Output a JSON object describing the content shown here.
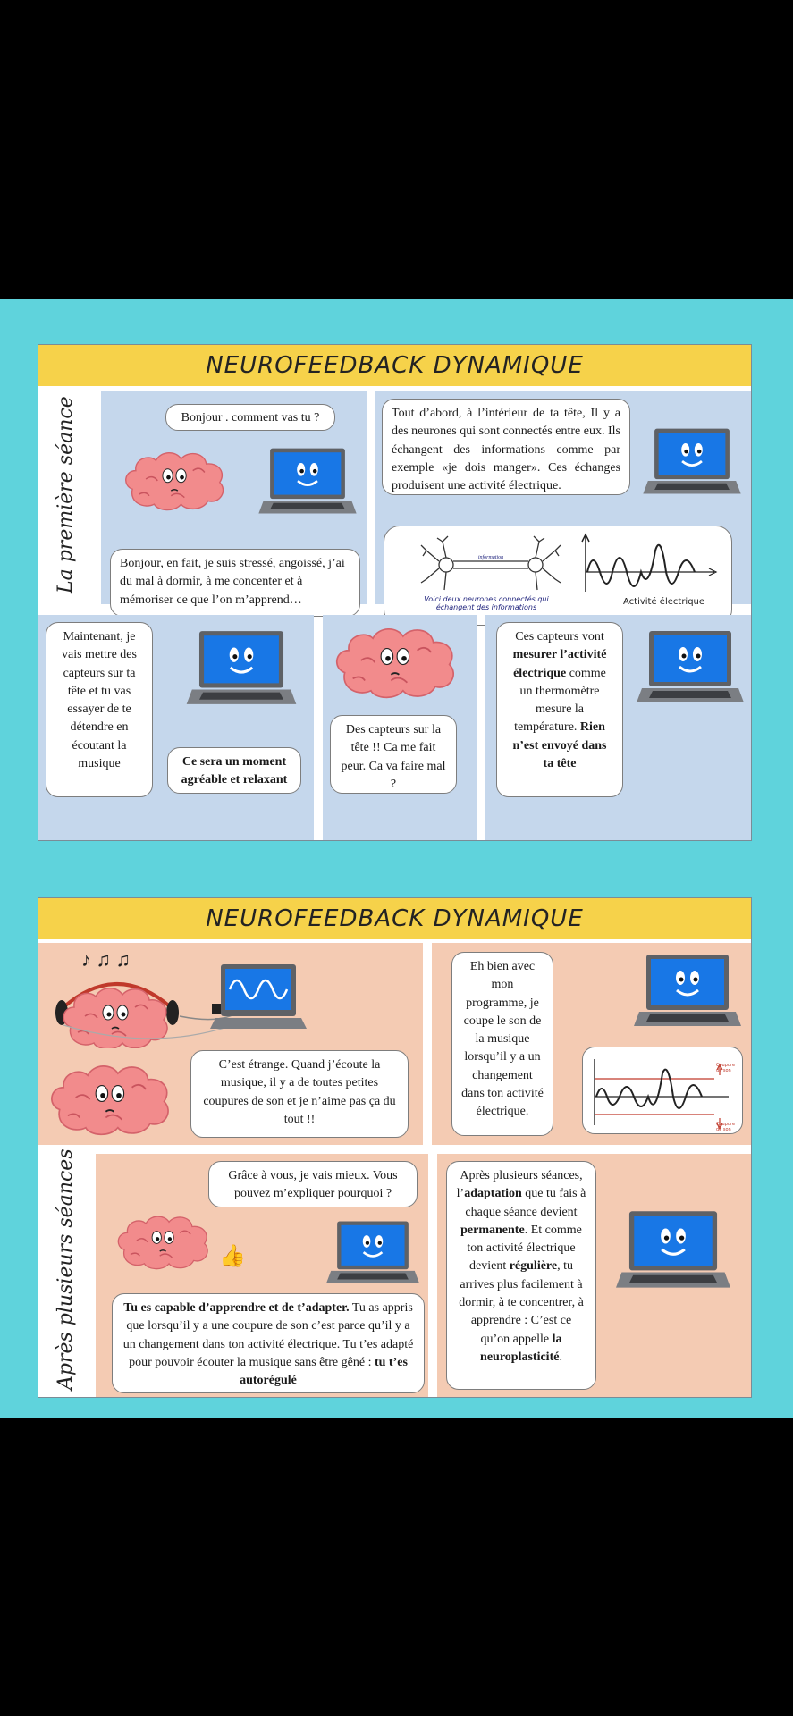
{
  "top": {
    "banner": "NEUROFEEDBACK DYNAMIQUE",
    "side_label": "La première séance",
    "bubbles": {
      "greeting": "Bonjour . comment vas tu ?",
      "reply": "Bonjour, en fait, je suis stressé, angoissé, j’ai du mal à dormir, à me concenter et à mémoriser ce que l’on m’apprend…",
      "neurons_explain": "Tout d’abord, à l’intérieur de ta tête, Il y a des neurones qui sont connectés entre eux. Ils échangent des informations comme par exemple «je dois manger». Ces échanges produisent une activité électrique.",
      "sensors_intro": "Maintenant, je vais mettre des capteurs sur ta tête et tu vas essayer de te détendre en écoutant la musique",
      "moment": "Ce sera un moment agréable et relaxant",
      "fear": "Des capteurs sur la tête !! Ca me fait peur. Ca va faire mal ?",
      "reassure_1": "Ces capteurs vont ",
      "reassure_b1": "mesurer l’activité électrique",
      "reassure_2": " comme un thermomètre mesure la température. ",
      "reassure_b2": "Rien n’est envoyé dans ta tête"
    },
    "figure": {
      "neurons_caption": "Voici deux neurones connectés qui échangent des informations",
      "info_label": "information",
      "activity_caption": "Activité électrique"
    }
  },
  "bottom": {
    "banner": "NEUROFEEDBACK DYNAMIQUE",
    "side_label": "Après plusieurs séances",
    "bubbles": {
      "strange": "C’est étrange. Quand j’écoute la musique, il y a de toutes petites coupures de son et je n’aime pas ça du tout !!",
      "program": "Eh bien avec mon programme, je coupe le son de la musique lorsqu’il y a un changement dans ton activité électrique.",
      "better": "Grâce à vous, je vais mieux. Vous pouvez m’expliquer pourquoi ?",
      "capable_b": "Tu es capable d’apprendre et de t’adapter.",
      "capable_1": " Tu as appris que lorsqu’il y a une coupure de son c’est parce qu’il y a un changement dans ton activité électrique. Tu t’es adapté pour pouvoir écouter la musique sans être gêné : ",
      "capable_b2": "tu t’es autorégulé",
      "after_1": "Après plusieurs séances, l’",
      "after_b1": "adaptation",
      "after_2": " que tu fais à chaque séance devient ",
      "after_b2": "permanente",
      "after_3": ". Et comme ton activité électrique devient ",
      "after_b3": "régulière",
      "after_4": ", tu arrives plus facilement à dormir, à te concentrer, à apprendre : C’est ce qu’on appelle ",
      "after_b4": "la neuroplasticité",
      "after_5": "."
    },
    "graph": {
      "upper_label": "Coupure de son",
      "lower_label": "Coupure de son"
    }
  },
  "colors": {
    "background": "#5fd3dc",
    "banner": "#f6d24a",
    "blue_cell": "#c5d7ec",
    "peach_cell": "#f4cbb3",
    "brain": "#f28b8c",
    "screen": "#1877e6"
  }
}
